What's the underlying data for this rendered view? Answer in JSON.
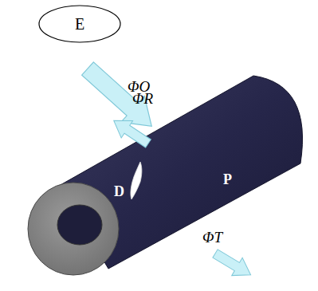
{
  "diagram": {
    "nodes": [
      {
        "text": [
          "E"
        ]
      }
    ],
    "labels": [
      "ΦO",
      "ΦR",
      "ΦT",
      "D",
      "P"
    ]
  }
}
